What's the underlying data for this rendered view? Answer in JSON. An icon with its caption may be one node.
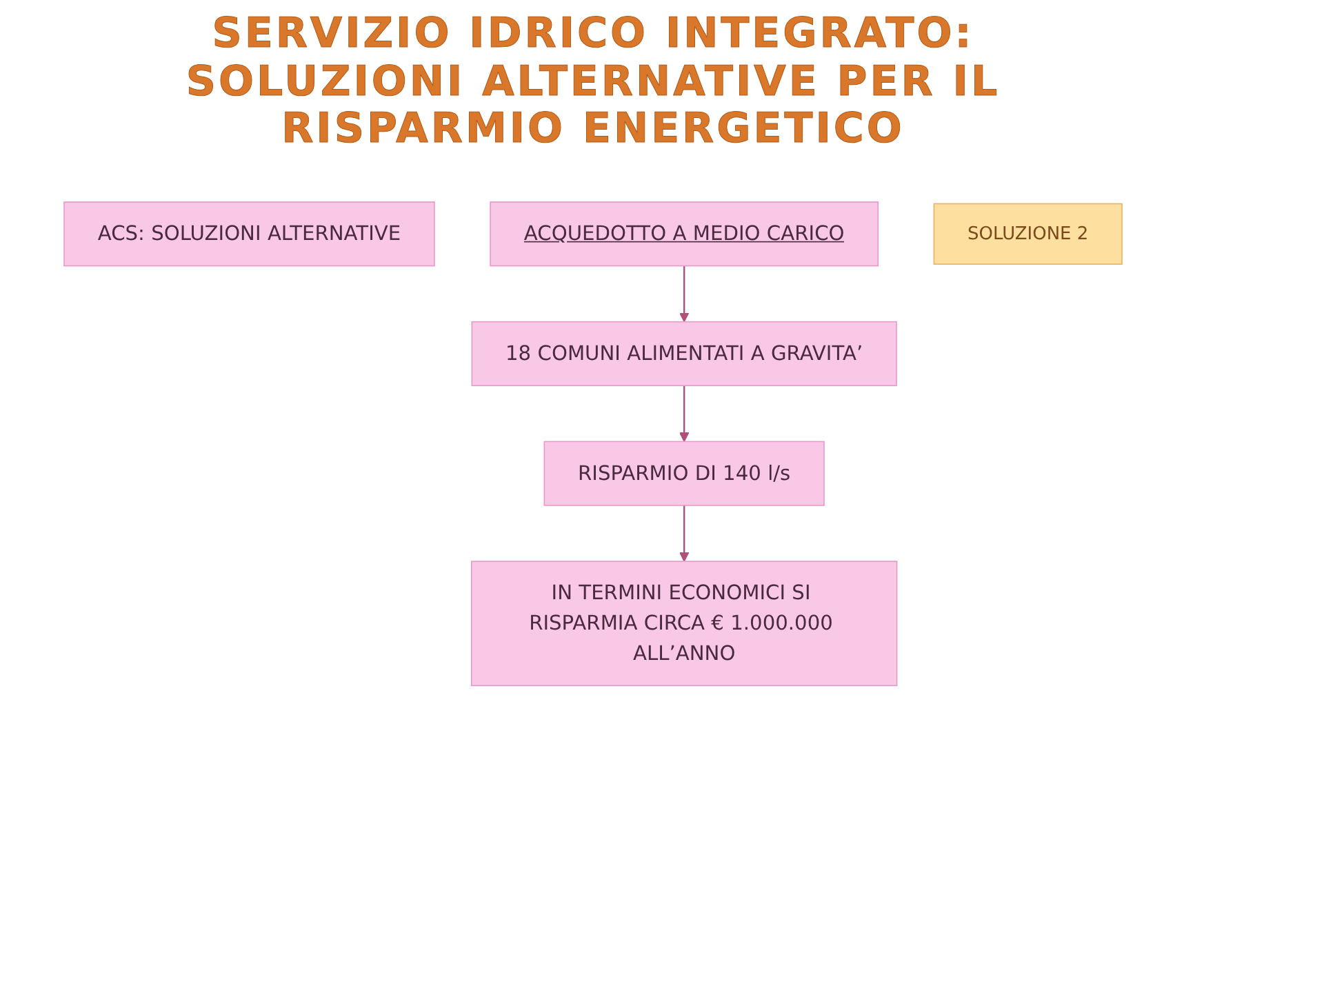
{
  "diagram": {
    "title": "SERVIZIO IDRICO INTEGRATO: SOLUZIONI ALTERNATIVE PER IL RISPARMIO ENERGETICO",
    "nodes": [
      {
        "text": [
          "ACS: SOLUZIONI ALTERNATIVE"
        ]
      },
      {
        "text": [
          "ACQUEDOTTO A MEDIO CARICO"
        ]
      },
      {
        "text": [
          "18 COMUNI ALIMENTATI A GRAVITA’"
        ]
      },
      {
        "text": [
          "RISPARMIO DI 140 l/s"
        ]
      },
      {
        "text": [
          "IN TERMINI ECONOMICI SI RISPARMIA CIRCA € 1.000.000 ALL’ANNO"
        ]
      },
      {
        "text": [
          "SOLUZIONE 2"
        ]
      }
    ],
    "edges": [
      {
        "from": 1,
        "to": 2,
        "arrow": "to"
      },
      {
        "from": 2,
        "to": 3,
        "arrow": "to"
      },
      {
        "from": 3,
        "to": 4,
        "arrow": "to"
      }
    ]
  }
}
